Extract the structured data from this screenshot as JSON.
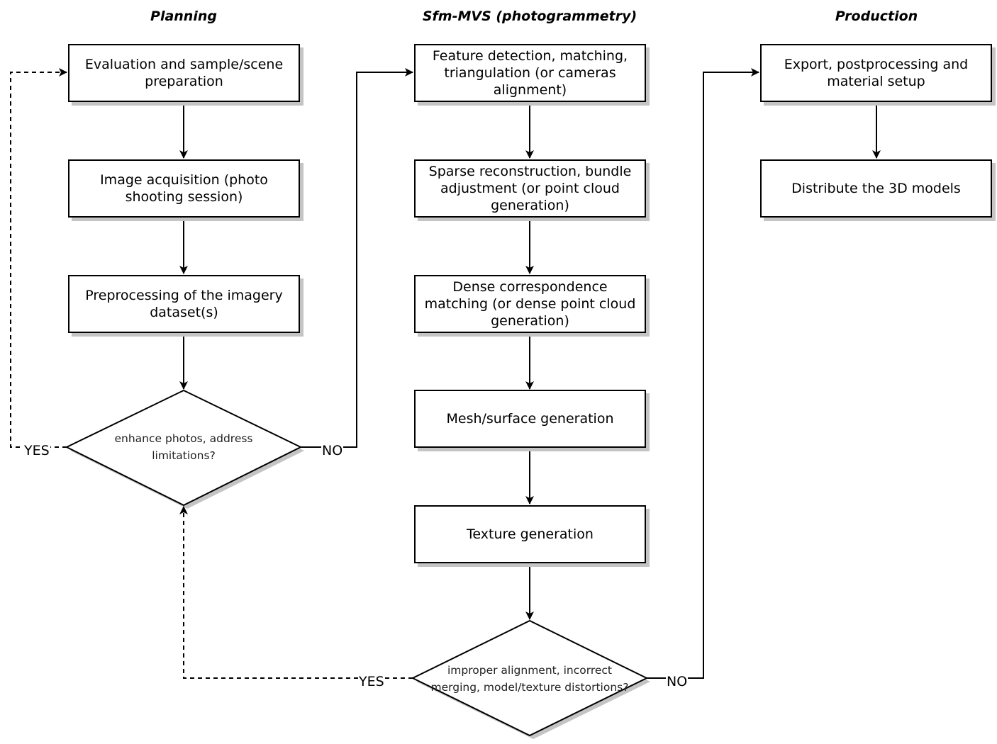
{
  "columns": {
    "planning": "Planning",
    "sfm": "Sfm-MVS (photogrammetry)",
    "production": "Production"
  },
  "planning": {
    "evaluation": "Evaluation and sample/scene preparation",
    "acquisition": "Image acquisition (photo shooting session)",
    "preprocessing": "Preprocessing of the imagery dataset(s)",
    "decision": "enhance photos, address limitations?"
  },
  "sfm": {
    "feature": "Feature detection, matching, triangulation (or cameras alignment)",
    "sparse": "Sparse reconstruction, bundle adjustment (or point cloud generation)",
    "dense": "Dense correspondence matching (or dense point cloud generation)",
    "mesh": "Mesh/surface generation",
    "texture": "Texture generation",
    "decision": "improper alignment, incorrect merging, model/texture distortions?"
  },
  "production": {
    "export": "Export, postprocessing and material setup",
    "distribute": "Distribute the 3D models"
  },
  "edges": {
    "yes": "YES",
    "no": "NO"
  }
}
